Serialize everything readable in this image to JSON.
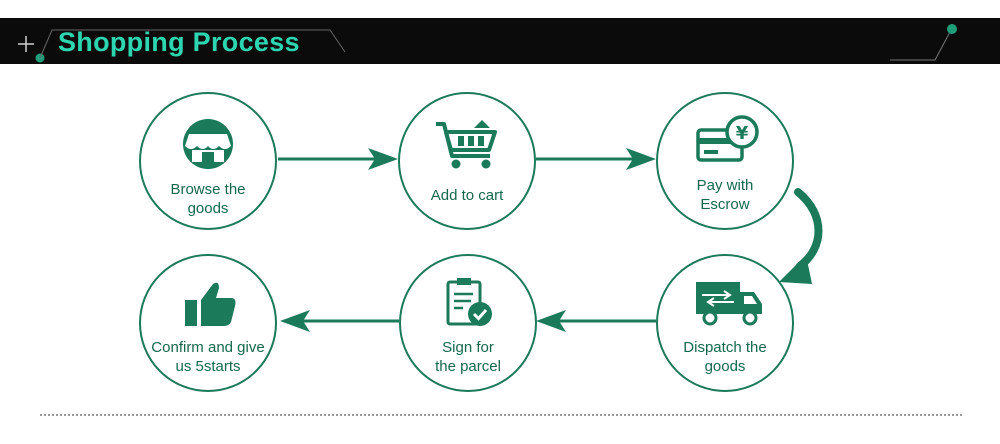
{
  "header": {
    "title": "Shopping Process"
  },
  "colors": {
    "primary": "#1b7a5a",
    "text": "#15684c",
    "header_bg": "#0b0b0b",
    "header_accent": "#2bd6b0",
    "header_dot": "#1f9e79"
  },
  "steps": [
    {
      "label_line1": "Browse the",
      "label_line2": "goods",
      "icon": "storefront-icon"
    },
    {
      "label_line1": "Add to cart",
      "label_line2": "",
      "icon": "shopping-cart-icon"
    },
    {
      "label_line1": "Pay with",
      "label_line2": "Escrow",
      "icon": "yen-card-icon"
    },
    {
      "label_line1": "Dispatch the",
      "label_line2": "goods",
      "icon": "delivery-truck-icon"
    },
    {
      "label_line1": "Sign for",
      "label_line2": "the parcel",
      "icon": "clipboard-check-icon"
    },
    {
      "label_line1": "Confirm and give",
      "label_line2": "us 5starts",
      "icon": "thumbs-up-icon"
    }
  ]
}
